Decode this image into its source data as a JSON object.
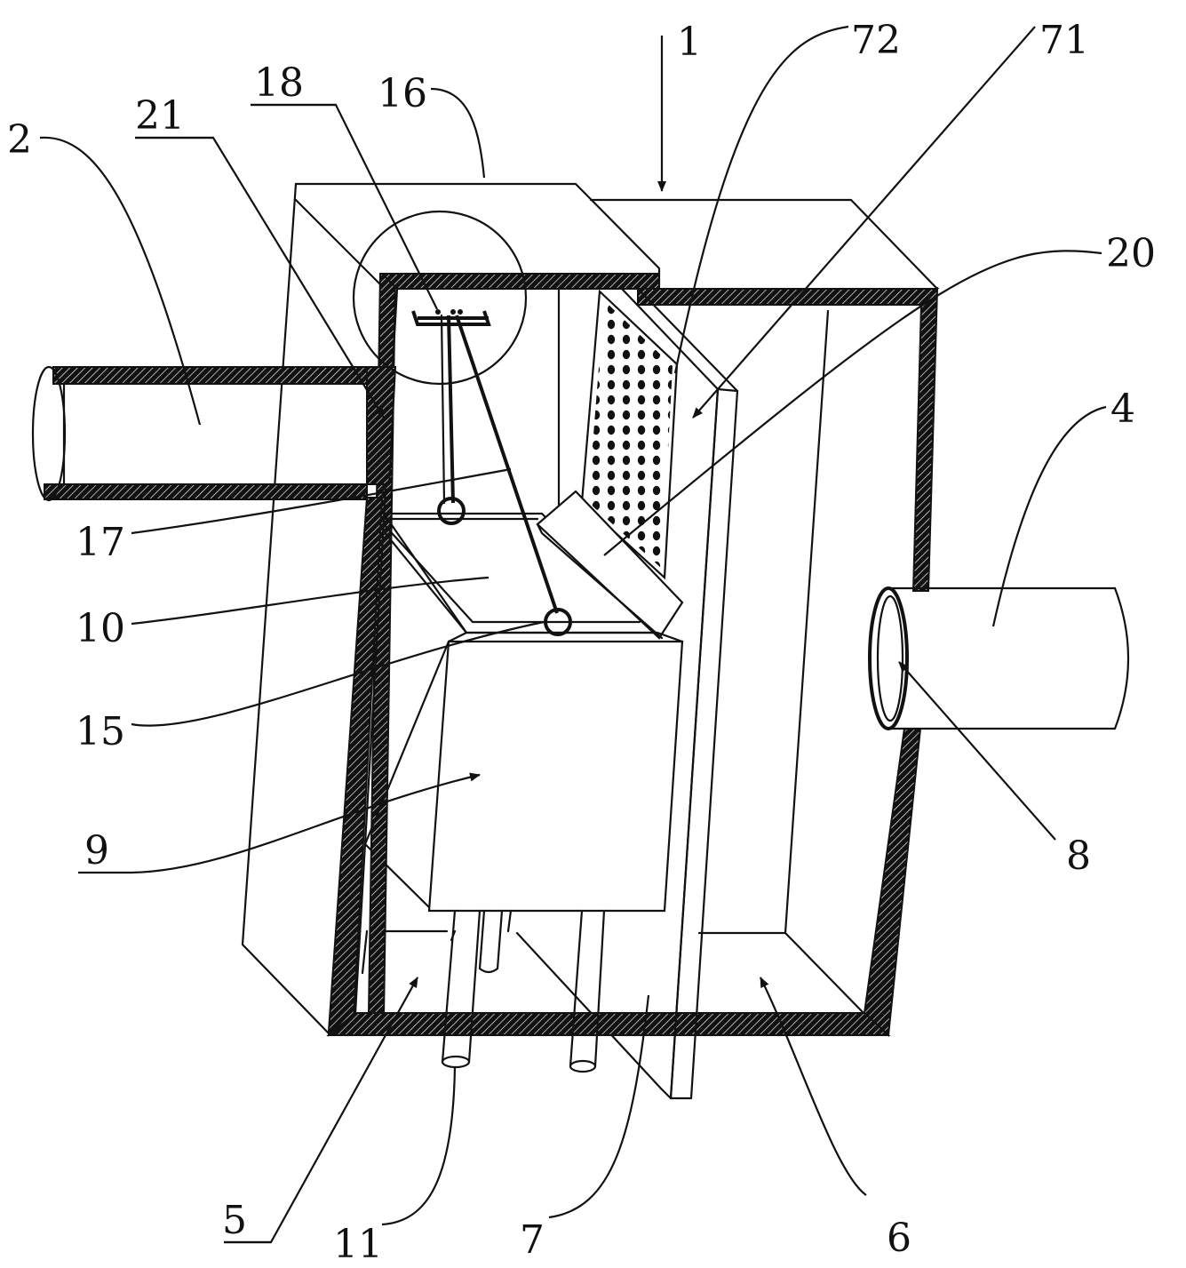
{
  "figure": {
    "background": "#ffffff",
    "ink": "#111111",
    "labels": {
      "l1": "1",
      "l2": "2",
      "l4": "4",
      "l5": "5",
      "l6": "6",
      "l7": "7",
      "l8": "8",
      "l9": "9",
      "l10": "10",
      "l11": "11",
      "l15": "15",
      "l16": "16",
      "l17": "17",
      "l18": "18",
      "l20": "20",
      "l21": "21",
      "l71": "71",
      "l72": "72"
    }
  }
}
